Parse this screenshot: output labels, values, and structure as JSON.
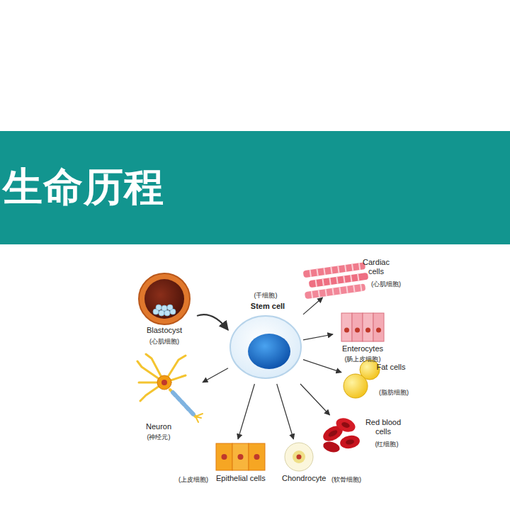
{
  "diagram": {
    "title": "生命历程",
    "nodes": [
      {
        "text": [
          "Blastocyst",
          "(心肌细胞)"
        ]
      },
      {
        "text": [
          "(干细胞)",
          "Stem cell"
        ]
      },
      {
        "text": [
          "Cardiac cells",
          "(心肌细胞)"
        ]
      },
      {
        "text": [
          "Enterocytes",
          "(肠上皮细胞)"
        ]
      },
      {
        "text": [
          "Fat cells",
          "(脂肪细胞)"
        ]
      },
      {
        "text": [
          "Neuron",
          "(神经元)"
        ]
      },
      {
        "text": [
          "Red blood cells",
          "(红细胞)"
        ]
      },
      {
        "text": [
          "(上皮细胞)",
          "Epithelial cells"
        ]
      },
      {
        "text": [
          "Chondrocyte",
          "(软骨细胞)"
        ]
      }
    ],
    "edges": [
      {
        "from": 0,
        "to": 1,
        "arrow": "to"
      },
      {
        "from": 1,
        "to": 2,
        "arrow": "to"
      },
      {
        "from": 1,
        "to": 3,
        "arrow": "to"
      },
      {
        "from": 1,
        "to": 4,
        "arrow": "to"
      },
      {
        "from": 1,
        "to": 5,
        "arrow": "to"
      },
      {
        "from": 1,
        "to": 6,
        "arrow": "to"
      },
      {
        "from": 1,
        "to": 7,
        "arrow": "to"
      },
      {
        "from": 1,
        "to": 8,
        "arrow": "to"
      }
    ]
  }
}
